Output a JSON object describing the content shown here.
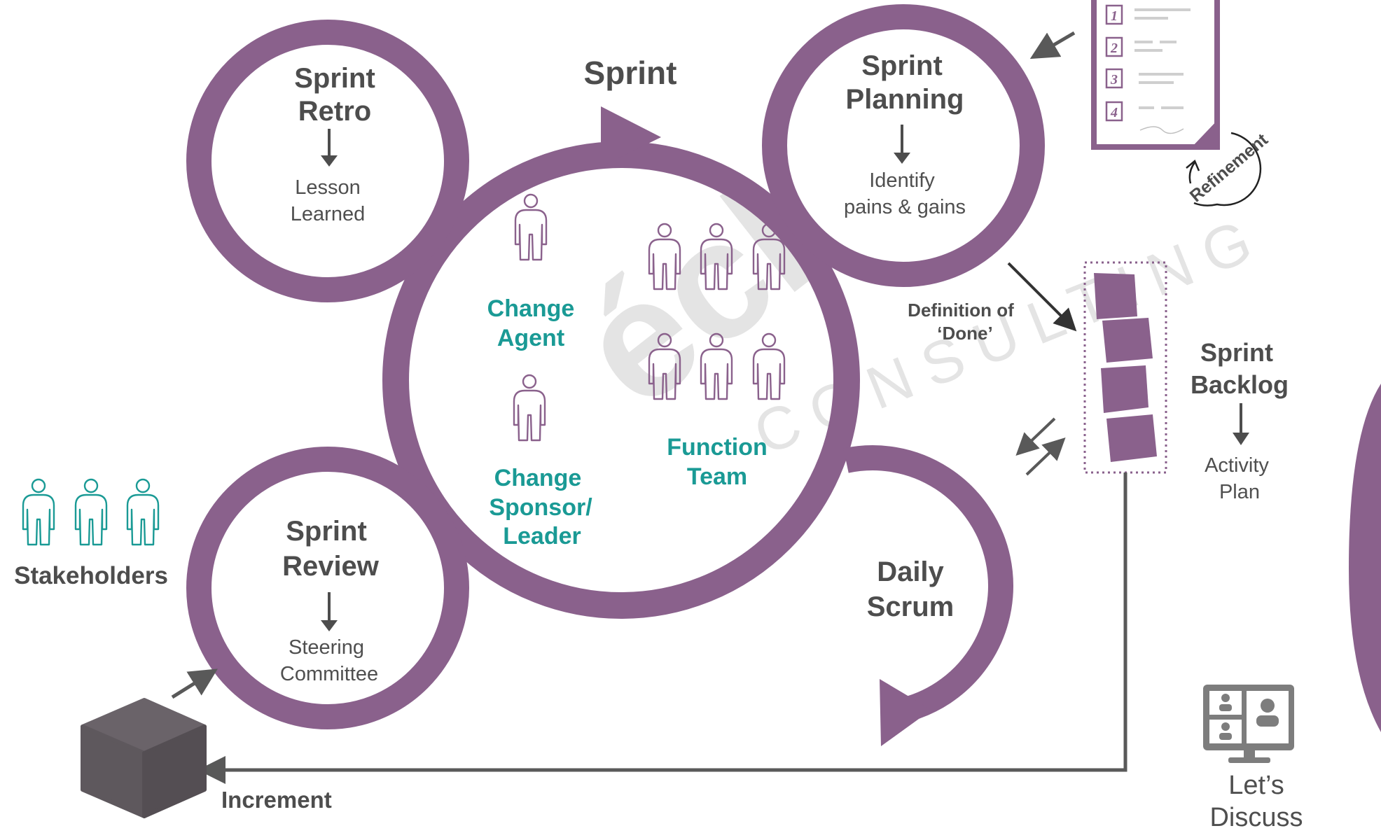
{
  "colors": {
    "purple": "#8a618c",
    "teal": "#1a9a95",
    "dark_text": "#4d4d4d",
    "body_text": "#4f4f4f",
    "arrow_gray": "#595959",
    "cube_gray": "#5e585d",
    "watermark": "#e4e4e4"
  },
  "center": {
    "title": "Sprint",
    "change_agent": [
      "Change",
      "Agent"
    ],
    "change_sponsor": [
      "Change",
      "Sponsor/",
      "Leader"
    ],
    "function_team": [
      "Function",
      "Team"
    ]
  },
  "sprint_retro": {
    "title": [
      "Sprint",
      "Retro"
    ],
    "outcome": [
      "Lesson",
      "Learned"
    ]
  },
  "sprint_planning": {
    "title": [
      "Sprint",
      "Planning"
    ],
    "outcome": [
      "Identify",
      "pains & gains"
    ]
  },
  "sprint_review": {
    "title": [
      "Sprint",
      "Review"
    ],
    "outcome": [
      "Steering",
      "Committee"
    ]
  },
  "daily_scrum": {
    "title": [
      "Daily",
      "Scrum"
    ]
  },
  "backlog_list": {
    "numbers": [
      "1",
      "2",
      "3",
      "4"
    ],
    "refinement": "Refinement"
  },
  "definition_of_done": [
    "Definition of",
    "‘Done’"
  ],
  "sprint_backlog": {
    "title": [
      "Sprint",
      "Backlog"
    ],
    "outcome": [
      "Activity",
      "Plan"
    ]
  },
  "stakeholders": "Stakeholders",
  "increment": "Increment",
  "lets_discuss": [
    "Let’s",
    "Discuss"
  ],
  "watermark": {
    "brand": "éclat",
    "sub": "CONSULTING"
  },
  "icons": [
    "person-icon",
    "arrow-down-icon",
    "checklist-icon",
    "cube-icon",
    "video-call-icon",
    "refresh-arrow-icon"
  ]
}
